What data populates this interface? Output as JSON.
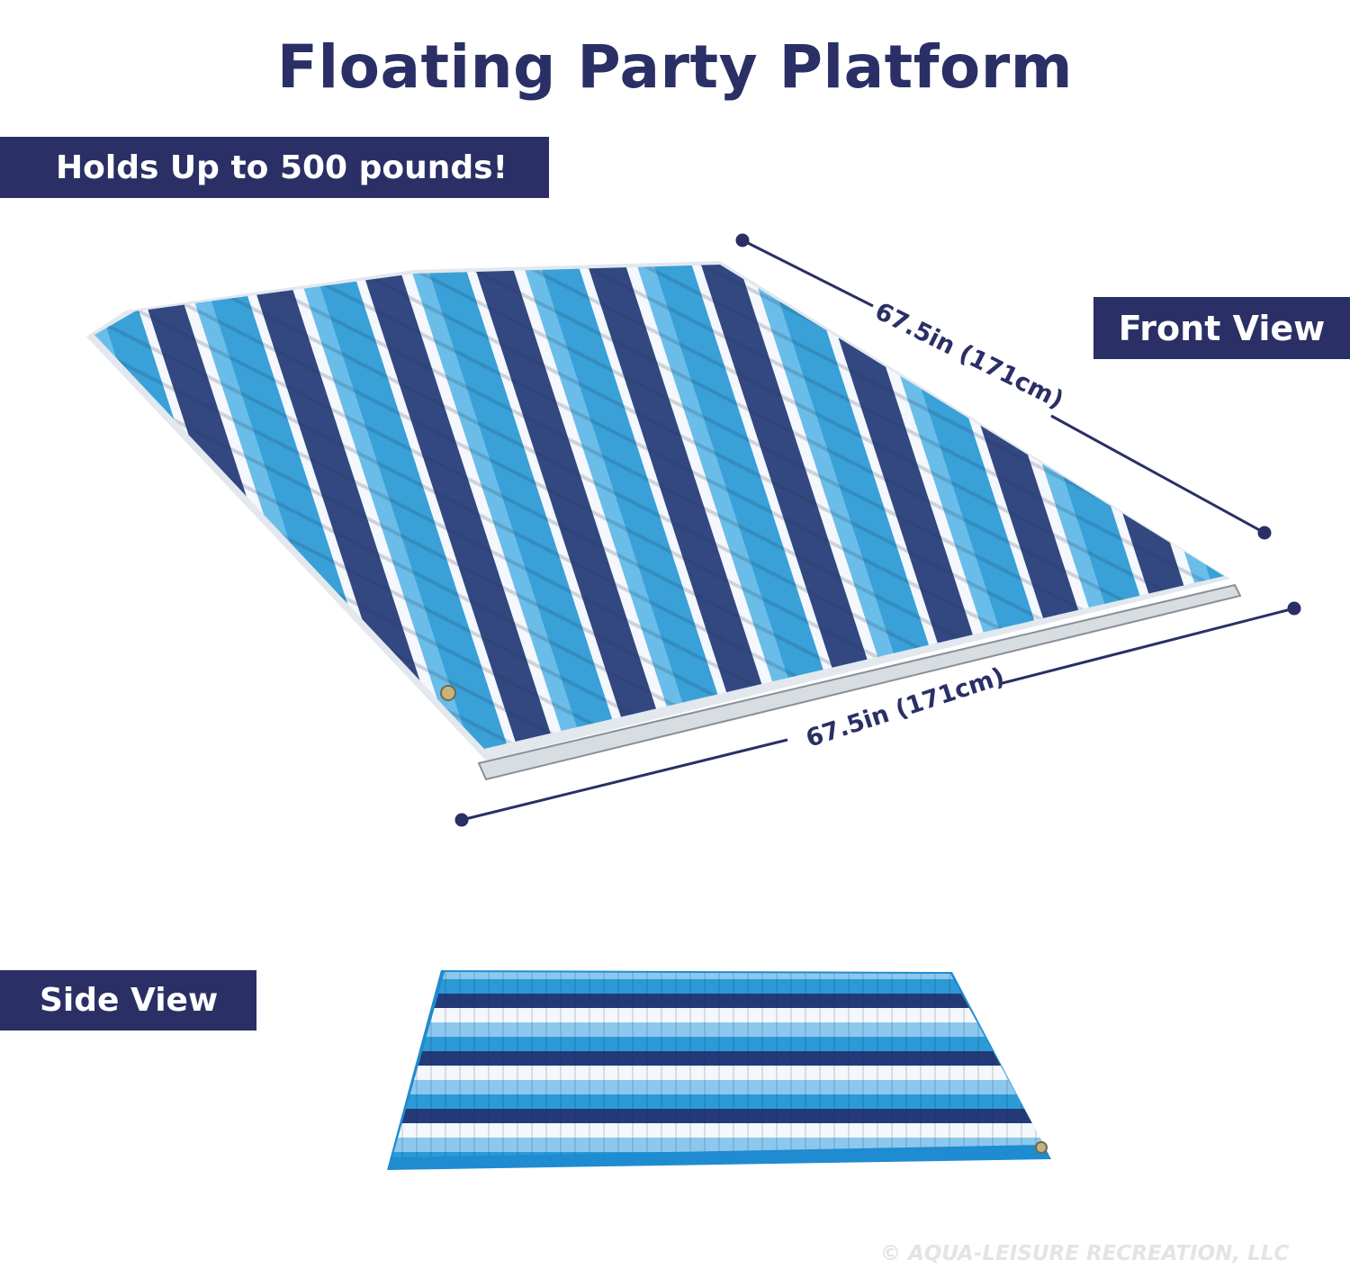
{
  "title": "Floating Party Platform",
  "badges": {
    "capacity": "Holds Up to 500 pounds!",
    "front_view": "Front View",
    "side_view": "Side View"
  },
  "dimensions": {
    "right_edge": "67.5in (171cm)",
    "bottom_edge": "67.5in (171cm)"
  },
  "images": {
    "front": "inflatable-platform-front-view",
    "side": "inflatable-platform-side-view"
  },
  "copyright": "© AQUA-LEISURE RECREATION, LLC",
  "colors": {
    "navy": "#2a2f66",
    "stripe_light_blue": "#2b9ad6",
    "stripe_navy": "#243a78",
    "stripe_white": "#f4f7fb",
    "rim": "#dfe5ea"
  }
}
